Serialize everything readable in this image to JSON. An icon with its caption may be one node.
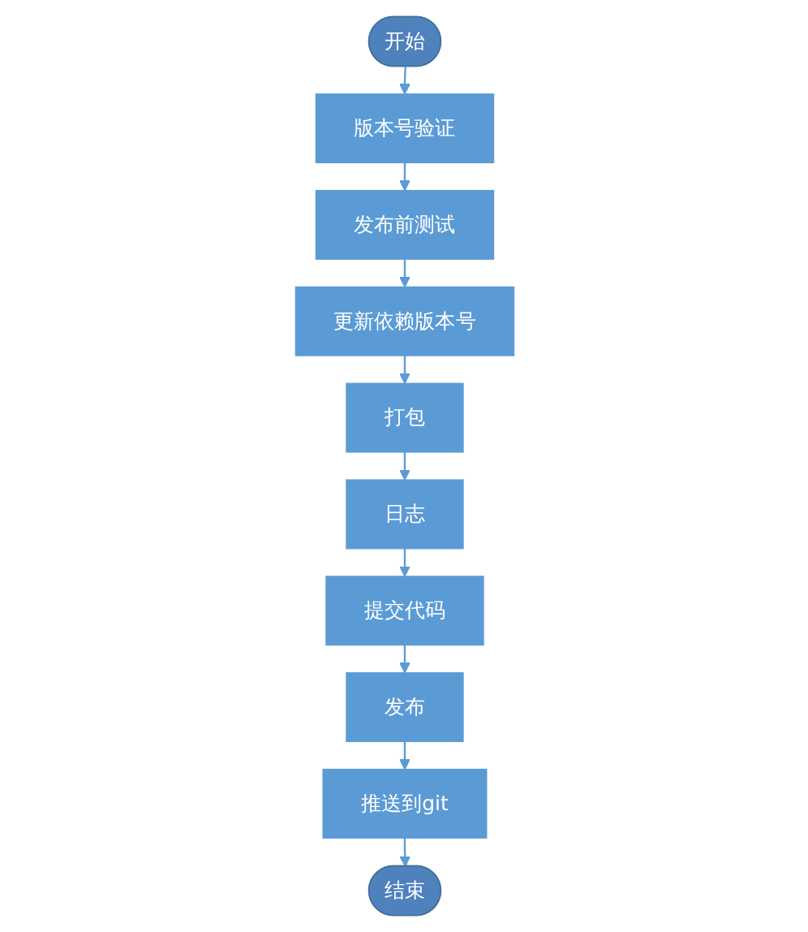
{
  "diagram": {
    "nodes": [
      {
        "text": [
          "开始"
        ]
      },
      {
        "text": [
          "版本号验证"
        ]
      },
      {
        "text": [
          "发布前测试"
        ]
      },
      {
        "text": [
          "更新依赖版本号"
        ]
      },
      {
        "text": [
          "打包"
        ]
      },
      {
        "text": [
          "日志"
        ]
      },
      {
        "text": [
          "提交代码"
        ]
      },
      {
        "text": [
          "发布"
        ]
      },
      {
        "text": [
          "推送到git"
        ]
      },
      {
        "text": [
          "结束"
        ]
      }
    ],
    "edges": [
      {
        "from": 0,
        "to": 1,
        "arrow": "to"
      },
      {
        "from": 1,
        "to": 2,
        "arrow": "to"
      },
      {
        "from": 2,
        "to": 3,
        "arrow": "to"
      },
      {
        "from": 3,
        "to": 4,
        "arrow": "to"
      },
      {
        "from": 4,
        "to": 5,
        "arrow": "to"
      },
      {
        "from": 5,
        "to": 6,
        "arrow": "to"
      },
      {
        "from": 6,
        "to": 7,
        "arrow": "to"
      },
      {
        "from": 7,
        "to": 8,
        "arrow": "to"
      },
      {
        "from": 8,
        "to": 9,
        "arrow": "to"
      }
    ]
  }
}
